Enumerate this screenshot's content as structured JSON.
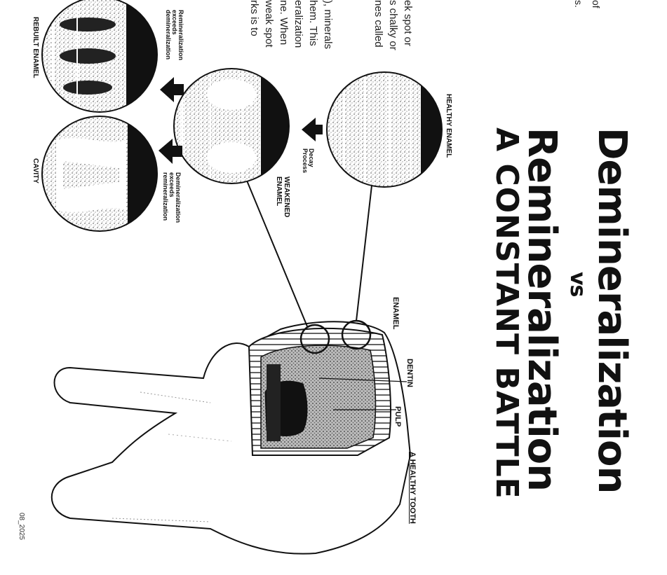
{
  "title": {
    "line1": "Demineralization",
    "vs": "vs",
    "line2": "Remineralization",
    "line3": "A CONSTANT BATTLE"
  },
  "clipped_text": {
    "lines": [
      "ek spot or",
      "s chalky or",
      "nes called",
      "), minerals",
      "hem. This",
      "eralization",
      "ne. When",
      "weak spot",
      "rks is to"
    ],
    "top_fragments": [
      "of",
      "s."
    ]
  },
  "tooth_labels": {
    "healthy_tooth": "A HEALTHY TOOTH",
    "enamel": "ENAMEL",
    "dentin": "DENTIN",
    "pulp": "PULP"
  },
  "process_labels": {
    "healthy_enamel": "HEALTHY ENAMEL",
    "decay_process": [
      "Decay",
      "Process"
    ],
    "weakened_enamel": [
      "WEAKENED",
      "ENAMEL"
    ],
    "remin_exceeds": [
      "Remineralization",
      "exceeds",
      "demineralization"
    ],
    "demin_exceeds": [
      "Demineralization",
      "exceeds",
      "remineralization"
    ],
    "rebuilt_enamel": "REBUILT ENAMEL",
    "cavity": "CAVITY"
  },
  "footer": {
    "code": "08_2025"
  }
}
